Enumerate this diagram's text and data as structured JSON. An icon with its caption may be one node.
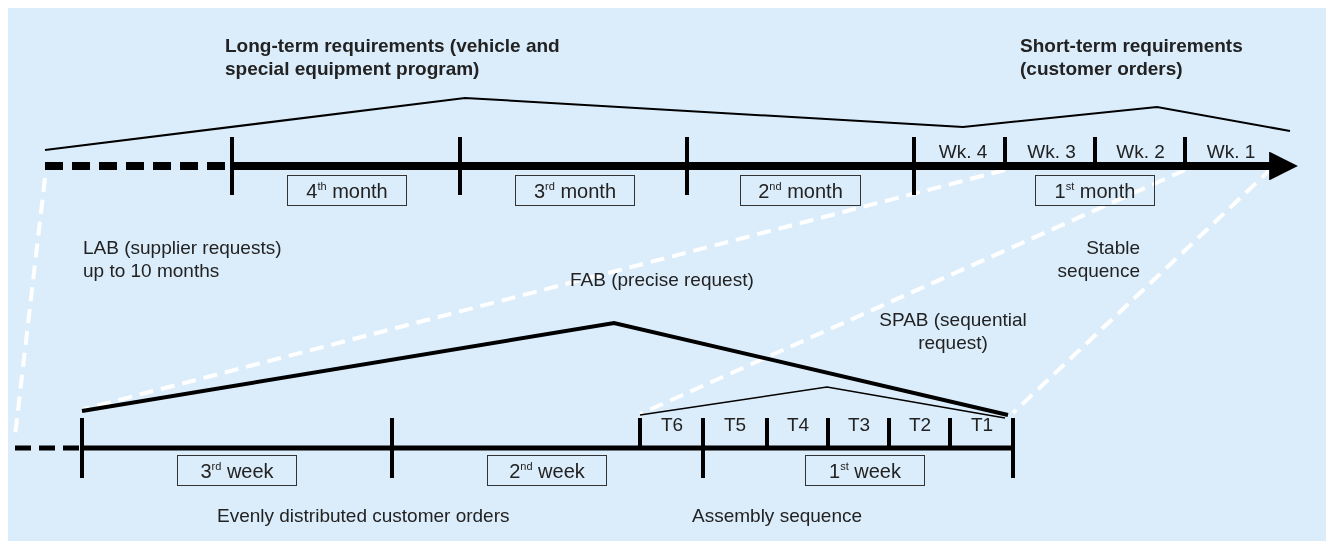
{
  "diagram": {
    "nodes": [
      {
        "text": [
          "4$^{th}$ month"
        ]
      },
      {
        "text": [
          "3$^{rd}$ month"
        ]
      },
      {
        "text": [
          "2$^{nd}$ month"
        ]
      },
      {
        "text": [
          "1$^{st}$ month"
        ]
      },
      {
        "text": [
          "3$^{rd}$ week"
        ]
      },
      {
        "text": [
          "2$^{nd}$ week"
        ]
      },
      {
        "text": [
          "1$^{st}$ week"
        ]
      }
    ],
    "labels": [
      "Long-term requirements (vehicle and special equipment program)",
      "Short-term requirements (customer orders)",
      "Wk. 4",
      "Wk. 3",
      "Wk. 2",
      "Wk. 1",
      "LAB (supplier requests) up to 10 months",
      "Stable sequence",
      "FAB (precise request)",
      "SPAB (sequential request)",
      "T6",
      "T5",
      "T4",
      "T3",
      "T2",
      "T1",
      "Evenly distributed customer orders",
      "Assembly sequence"
    ]
  }
}
